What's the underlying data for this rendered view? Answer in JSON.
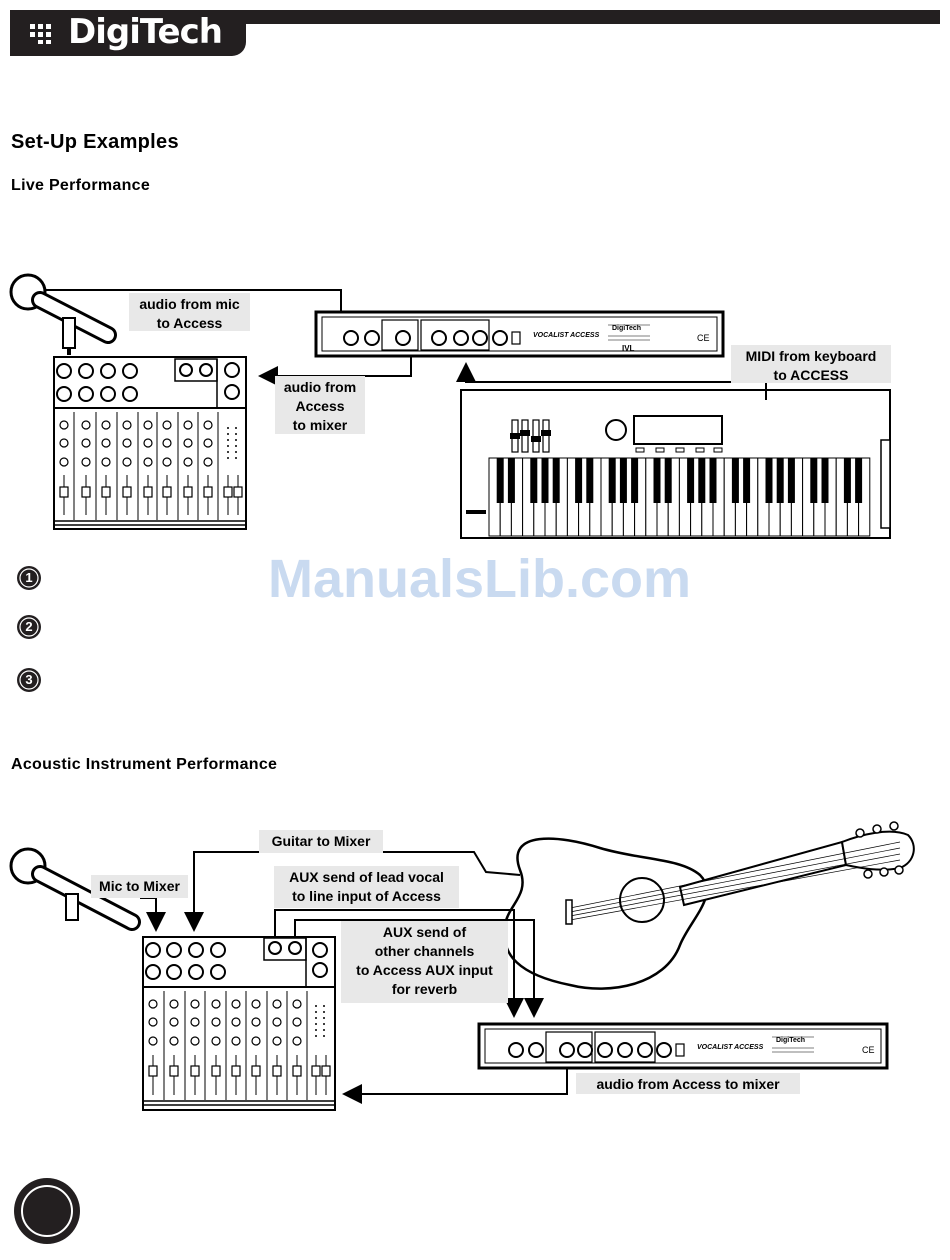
{
  "header": {
    "logo_text": "DigiTech"
  },
  "page": {
    "section_title": "Set-Up Examples",
    "live_title": "Live Performance",
    "acoustic_title": "Acoustic Instrument Performance",
    "watermark": "ManualsLib.com"
  },
  "live": {
    "label_mic": "audio from mic\nto Access",
    "label_mixer": "audio from\nAccess\nto mixer",
    "label_midi": "MIDI from keyboard\nto ACCESS",
    "unit_name": "VOCALIST ACCESS",
    "unit_brand": "DigiTech"
  },
  "steps": [
    "1",
    "2",
    "3"
  ],
  "acoustic": {
    "label_guitar": "Guitar to Mixer",
    "label_mic": "Mic to Mixer",
    "label_aux_lead": "AUX send of lead vocal\nto line input of Access",
    "label_aux_other": "AUX send of\nother channels\nto Access AUX input\nfor reverb",
    "label_return": "audio from Access  to mixer",
    "unit_name": "VOCALIST ACCESS",
    "unit_brand": "DigiTech"
  }
}
